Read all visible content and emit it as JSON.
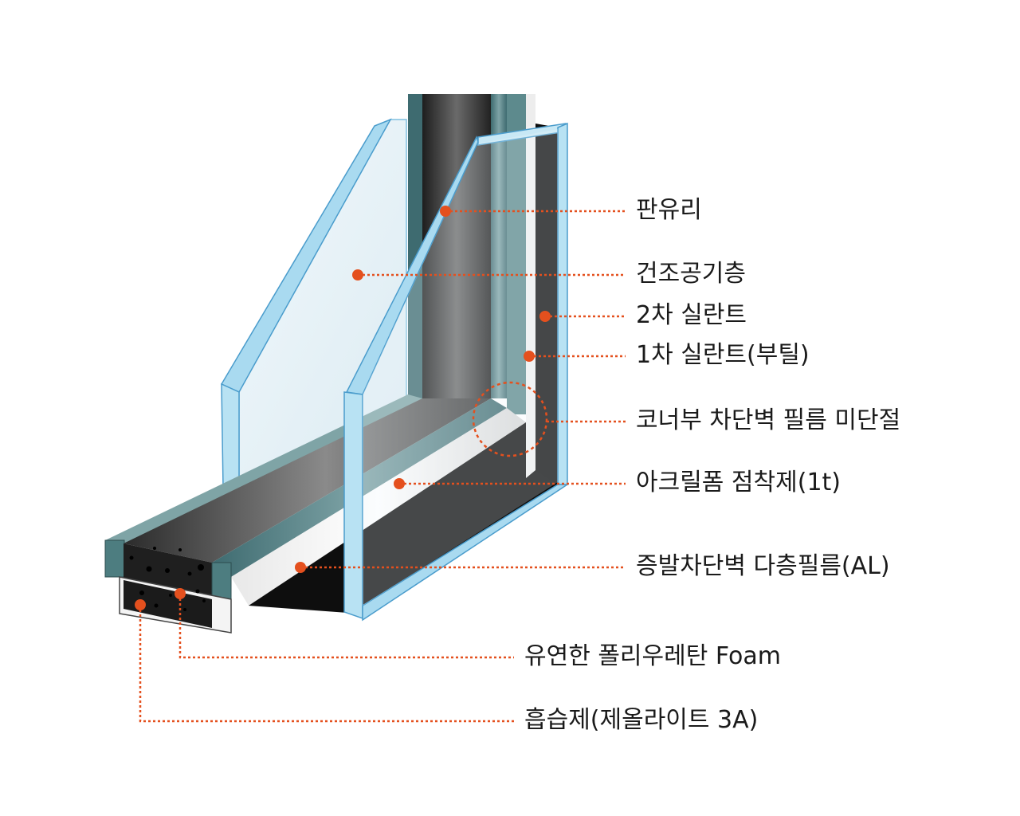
{
  "callouts": [
    {
      "id": "pane-glass",
      "label": "판유리"
    },
    {
      "id": "dry-air-layer",
      "label": "건조공기층"
    },
    {
      "id": "secondary-sealant",
      "label": "2차 실란트"
    },
    {
      "id": "primary-sealant",
      "label": "1차 실란트(부틸)"
    },
    {
      "id": "corner-barrier-film",
      "label": "코너부 차단벽 필름 미단절"
    },
    {
      "id": "acrylic-foam-adhesive",
      "label": "아크릴폼 점착제(1t)"
    },
    {
      "id": "vapor-barrier-film",
      "label": "증발차단벽 다층필름(AL)"
    },
    {
      "id": "polyurethane-foam",
      "label": "유연한 폴리우레탄 Foam"
    },
    {
      "id": "desiccant",
      "label": "흡습제(제올라이트 3A)"
    }
  ],
  "colors": {
    "leader": "#e4501e",
    "glass_edge": "#a8d8ee",
    "glass_outline": "#4a9ccc",
    "spacer_dark": "#1a1a1a",
    "spacer_teal": "#4d7d80"
  }
}
